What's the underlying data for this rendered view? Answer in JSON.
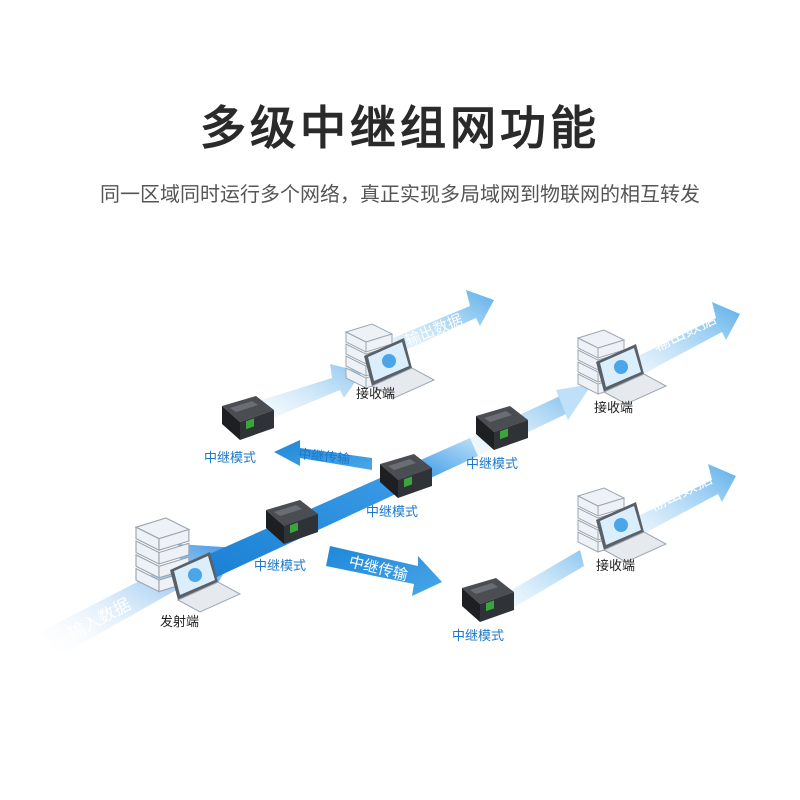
{
  "header": {
    "title": "多级中继组网功能",
    "subtitle": "同一区域同时运行多个网络，真正实现多局域网到物联网的相互转发"
  },
  "labels": {
    "input_data": "输入数据",
    "output_data": "输出数据",
    "sender": "发射端",
    "receiver": "接收端",
    "relay_mode": "中继模式",
    "relay_transfer": "中继传输"
  },
  "colors": {
    "beam_blue": "#1e88d8",
    "beam_light": "#9fd0f2",
    "label_blue": "#1e78c8",
    "device_dark": "#2b2d30",
    "device_green": "#3aa53a"
  },
  "icons": [
    "server-stack-icon",
    "laptop-icon",
    "cloud-icon",
    "relay-device-icon",
    "arrow-icon"
  ]
}
